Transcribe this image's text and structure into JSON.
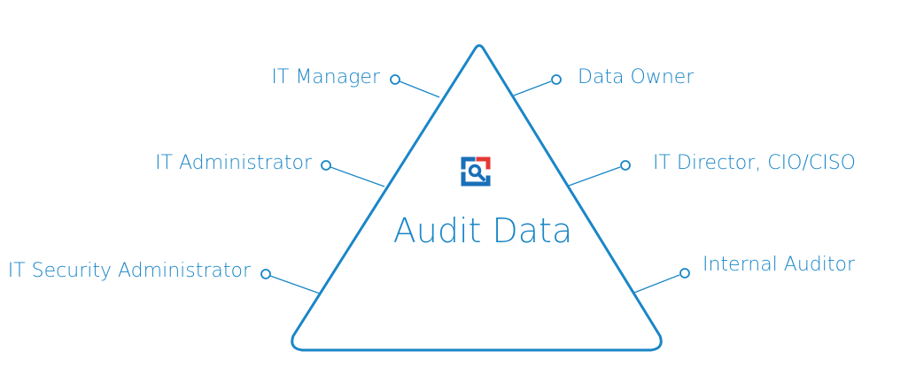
{
  "diagram": {
    "center_label": "Audit Data",
    "logo_icon": "magnifier-in-bracket-icon",
    "colors": {
      "primary": "#1a86c7",
      "logo_red": "#e53935",
      "logo_blue": "#1a6fb8"
    },
    "roles_left": [
      {
        "label": "IT Manager"
      },
      {
        "label": "IT Administrator"
      },
      {
        "label": "IT Security Administrator"
      }
    ],
    "roles_right": [
      {
        "label": "Data Owner"
      },
      {
        "label": "IT Director, CIO/CISO"
      },
      {
        "label": "Internal Auditor"
      }
    ]
  }
}
